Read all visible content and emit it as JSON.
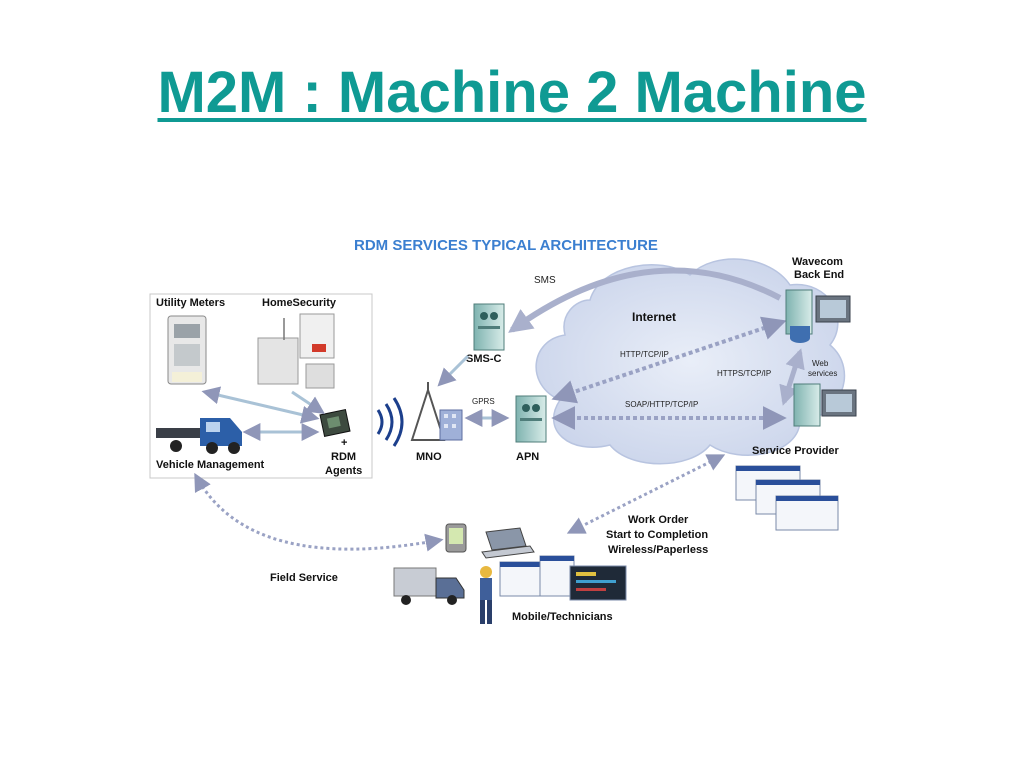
{
  "slide": {
    "title": "M2M : Machine 2 Machine",
    "title_color": "#0f9a93"
  },
  "diagram": {
    "title": "RDM SERVICES TYPICAL ARCHITECTURE",
    "title_color": "#3b7fd0",
    "devices": {
      "utility_meters": "Utility Meters",
      "home_security": "HomeSecurity",
      "vehicle_management": "Vehicle Management",
      "rdm_plus": "+",
      "rdm_line1": "RDM",
      "rdm_line2": "Agents"
    },
    "network": {
      "mno": "MNO",
      "gprs": "GPRS",
      "apn": "APN",
      "sms_c": "SMS-C",
      "sms": "SMS",
      "internet": "Internet",
      "http": "HTTP/TCP/IP",
      "https": "HTTPS/TCP/IP",
      "soap": "SOAP/HTTP/TCP/IP"
    },
    "backend": {
      "wavecom_line1": "Wavecom",
      "wavecom_line2": "Back End",
      "web_line1": "Web",
      "web_line2": "services",
      "service_provider": "Service Provider"
    },
    "field": {
      "work_order_line1": "Work Order",
      "work_order_line2": "Start to Completion",
      "work_order_line3": "Wireless/Paperless",
      "field_service": "Field Service",
      "mobile_technicians": "Mobile/Technicians"
    }
  }
}
